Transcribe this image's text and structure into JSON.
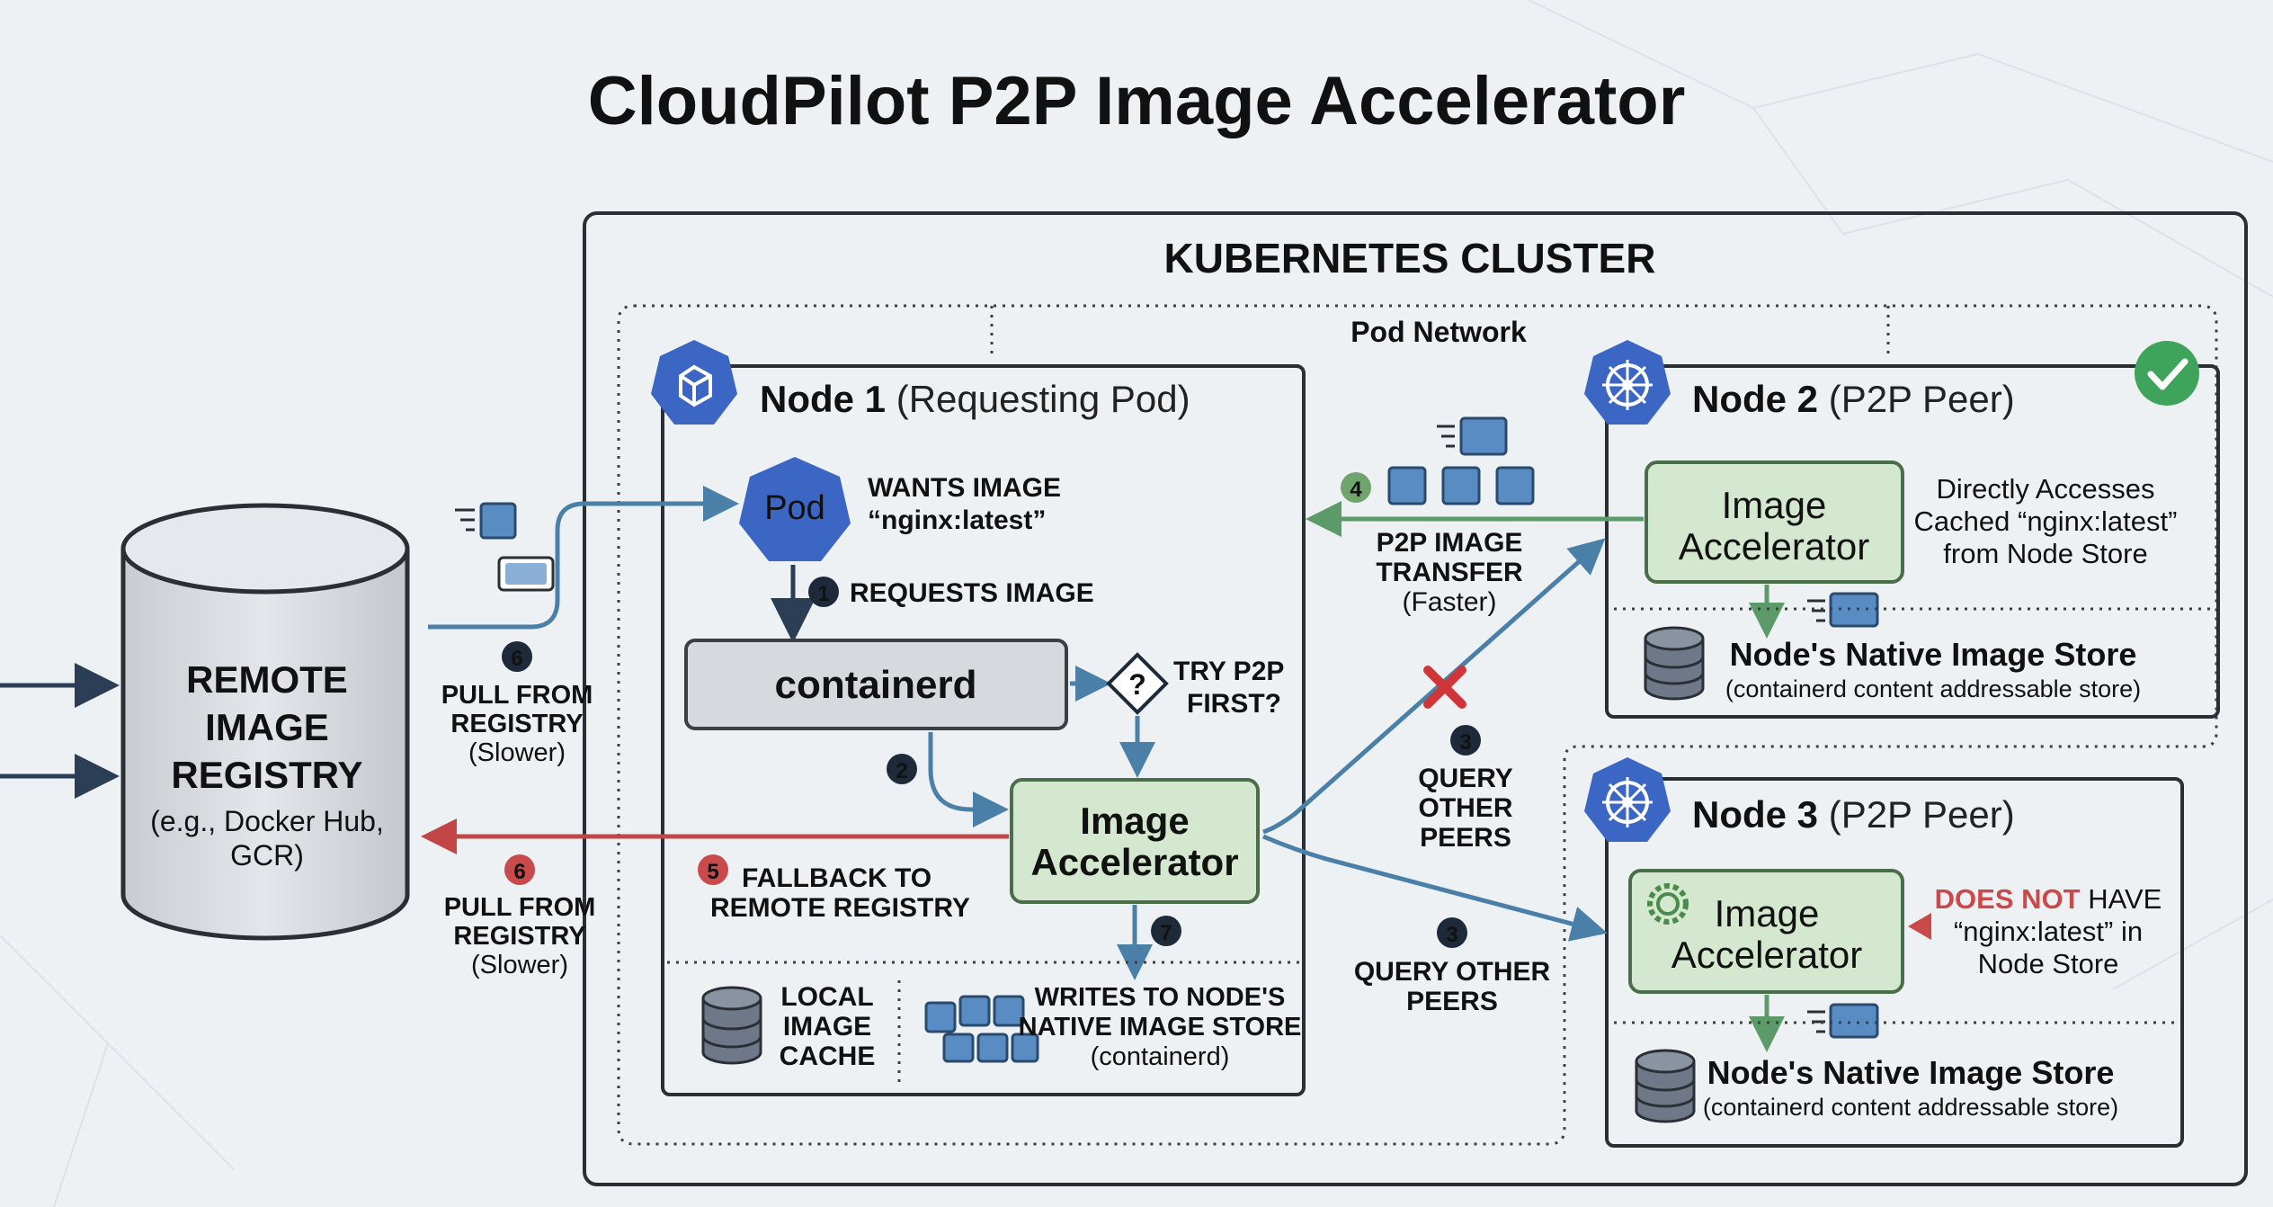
{
  "title": "CloudPilot P2P Image Accelerator",
  "cluster_label": "KUBERNETES CLUSTER",
  "pod_network_label": "Pod Network",
  "registry": {
    "line1": "REMOTE",
    "line2": "IMAGE",
    "line3": "REGISTRY",
    "sub1": "(e.g., Docker Hub,",
    "sub2": "GCR)"
  },
  "node1": {
    "name": "Node 1",
    "role": "(Requesting Pod)",
    "pod_label": "Pod",
    "wants_line1": "WANTS IMAGE",
    "wants_line2": "“nginx:latest”",
    "containerd_label": "containerd",
    "try_p2p_line1": "TRY P2P",
    "try_p2p_line2": "FIRST?",
    "accel_line1": "Image",
    "accel_line2": "Accelerator",
    "local_cache_line1": "LOCAL",
    "local_cache_line2": "IMAGE",
    "local_cache_line3": "CACHE",
    "writes_line1": "WRITES TO NODE'S",
    "writes_line2": "NATIVE IMAGE STORE",
    "writes_line3": "(containerd)"
  },
  "node2": {
    "name": "Node 2",
    "role": "(P2P Peer)",
    "accel_line1": "Image",
    "accel_line2": "Accelerator",
    "note_line1": "Directly Accesses",
    "note_line2": "Cached “nginx:latest”",
    "note_line3": "from Node Store",
    "store_title": "Node's Native Image Store",
    "store_sub": "(containerd content addressable store)"
  },
  "node3": {
    "name": "Node 3",
    "role": "(P2P Peer)",
    "accel_line1": "Image",
    "accel_line2": "Accelerator",
    "note_line1_red": "DOES NOT",
    "note_line1_rest": " HAVE",
    "note_line2": "“nginx:latest” in",
    "note_line3": "Node Store",
    "store_title": "Node's Native Image Store",
    "store_sub": "(containerd content addressable store)"
  },
  "steps": {
    "s1_num": "1",
    "s1_label": "REQUESTS IMAGE",
    "s2_num": "2",
    "s3_num": "3",
    "s3a_line1": "QUERY",
    "s3a_line2": "OTHER",
    "s3a_line3": "PEERS",
    "s3b_line1": "QUERY OTHER",
    "s3b_line2": "PEERS",
    "s4_num": "4",
    "s4_line1": "P2P IMAGE",
    "s4_line2": "TRANSFER",
    "s4_line3": "(Faster)",
    "s5_num": "5",
    "s5_line1": "FALLBACK TO",
    "s5_line2": "REMOTE REGISTRY",
    "s6_num": "6",
    "s6_line1": "PULL FROM",
    "s6_line2": "REGISTRY",
    "s6_line3": "(Slower)",
    "s7_num": "7"
  },
  "colors": {
    "background": "#eef1f4",
    "k8s_blue": "#3b66c4",
    "arrow_blue": "#4a7fa8",
    "arrow_green": "#5d9a6a",
    "arrow_red": "#c24646",
    "accel_fill": "#d4e8cf",
    "accel_stroke": "#5a8a5a",
    "step_dark": "#1e2a3a",
    "step_green": "#6fa56c",
    "step_red": "#c94a4a"
  }
}
